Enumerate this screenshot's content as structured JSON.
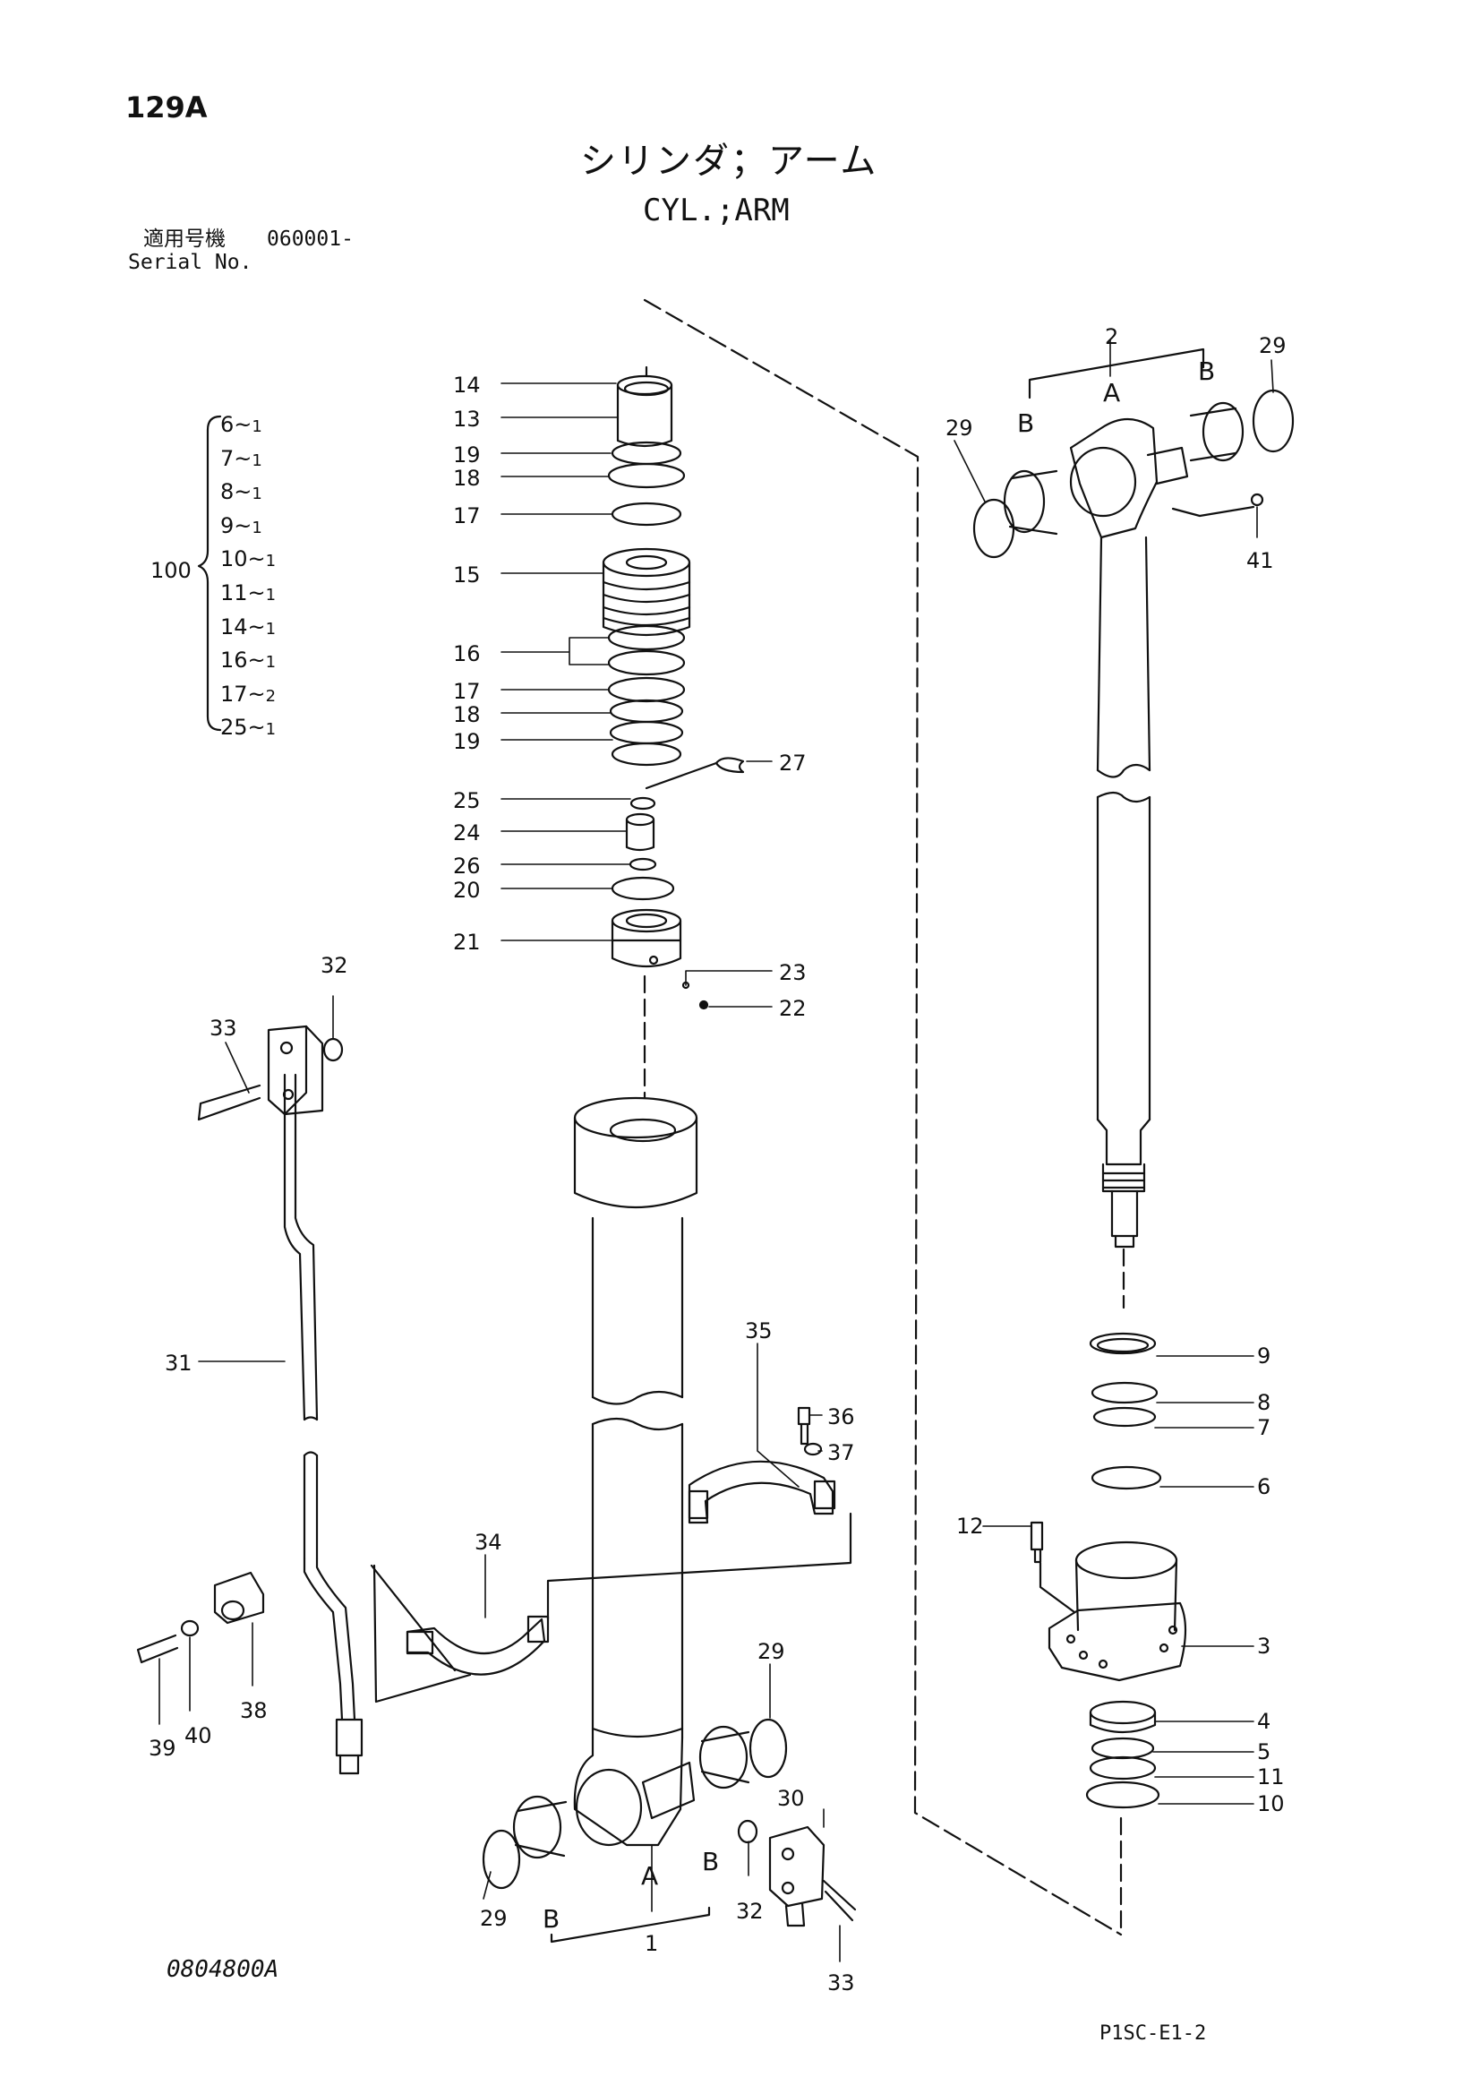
{
  "header": {
    "page_no": "129A",
    "title_jp": "シリンダ；アーム",
    "title_en": "CYL.;ARM",
    "serial_label_jp": "適用号機",
    "serial_value": "060001-",
    "serial_label_en": "Serial No."
  },
  "kit": {
    "number": "100",
    "items": [
      {
        "part": "6",
        "qty": "1"
      },
      {
        "part": "7",
        "qty": "1"
      },
      {
        "part": "8",
        "qty": "1"
      },
      {
        "part": "9",
        "qty": "1"
      },
      {
        "part": "10",
        "qty": "1"
      },
      {
        "part": "11",
        "qty": "1"
      },
      {
        "part": "14",
        "qty": "1"
      },
      {
        "part": "16",
        "qty": "1"
      },
      {
        "part": "17",
        "qty": "2"
      },
      {
        "part": "25",
        "qty": "1"
      }
    ]
  },
  "callouts": {
    "c14": "14",
    "c13": "13",
    "c19a": "19",
    "c18a": "18",
    "c17a": "17",
    "c15": "15",
    "c16": "16",
    "c17b": "17",
    "c18b": "18",
    "c19b": "19",
    "c27": "27",
    "c25": "25",
    "c24": "24",
    "c26": "26",
    "c20": "20",
    "c21": "21",
    "c23": "23",
    "c22": "22",
    "c32a": "32",
    "c33a": "33",
    "c31": "31",
    "c35": "35",
    "c36": "36",
    "c37": "37",
    "c34": "34",
    "c38": "38",
    "c39": "39",
    "c40": "40",
    "c29a": "29",
    "c29b": "29",
    "c29c": "29",
    "c29d": "29",
    "c30": "30",
    "c32b": "32",
    "c33b": "33",
    "c1": "1",
    "c2": "2",
    "c41": "41",
    "c9": "9",
    "c8": "8",
    "c7": "7",
    "c6": "6",
    "c12": "12",
    "c3": "3",
    "c4": "4",
    "c5": "5",
    "c11": "11",
    "c10": "10",
    "A_bot": "A",
    "B_bot_left": "B",
    "B_bot_right": "B",
    "A_top": "A",
    "B_top_left": "B",
    "B_top_right": "B"
  },
  "footer": {
    "drawing_no": "0804800A",
    "page_code": "P1SC-E1-2"
  }
}
